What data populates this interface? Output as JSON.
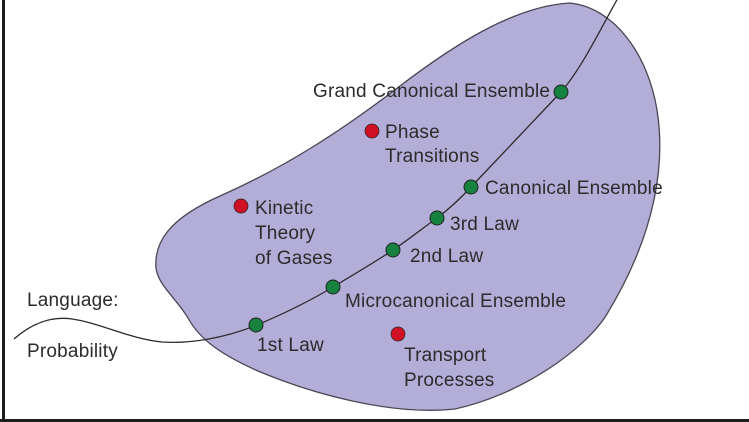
{
  "colors": {
    "blob_fill": "#b3aed8",
    "blob_outline": "#4a4553",
    "curve": "#2e2b2e",
    "green_dot": "#17813f",
    "red_dot": "#d01123",
    "dot_outline": "#232323",
    "text": "#2e2a2b",
    "frame": "#1d1d1f"
  },
  "language_label": {
    "line1": "Language:",
    "line2": "Probability"
  },
  "nodes": [
    {
      "label": "Grand Canonical Ensemble",
      "dot": "green"
    },
    {
      "lines": [
        "Phase",
        "Transitions"
      ],
      "dot": "red"
    },
    {
      "label": "Canonical Ensemble",
      "dot": "green"
    },
    {
      "lines": [
        "Kinetic",
        "Theory",
        "of Gases"
      ],
      "dot": "red"
    },
    {
      "label": "3rd Law",
      "dot": "green"
    },
    {
      "label": "2nd Law",
      "dot": "green"
    },
    {
      "label": "Microcanonical Ensemble",
      "dot": "green"
    },
    {
      "label": "1st Law",
      "dot": "green"
    },
    {
      "lines": [
        "Transport",
        "Processes"
      ],
      "dot": "red"
    }
  ]
}
